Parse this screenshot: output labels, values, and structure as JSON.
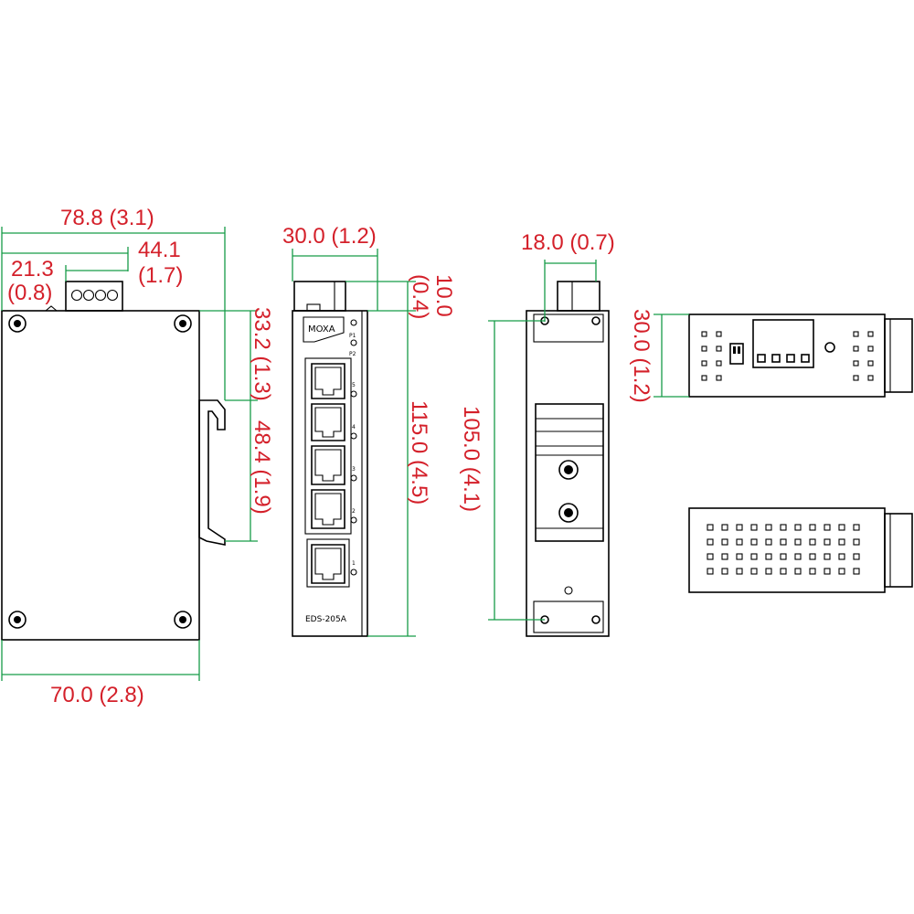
{
  "dimensions": {
    "total_depth": "78.8 (3.1)",
    "rail_offset_a": "44.1",
    "rail_offset_b": "(1.7)",
    "terminal_offset_a": "21.3",
    "terminal_offset_b": "(0.8)",
    "upper_height": "33.2 (1.3)",
    "rail_height": "48.4 (1.9)",
    "body_depth": "70.0 (2.8)",
    "front_width": "30.0 (1.2)",
    "top_connector_a": "10.0",
    "top_connector_b": "(0.4)",
    "front_height": "115.0 (4.5)",
    "rear_width": "18.0 (0.7)",
    "mount_hole_distance": "105.0 (4.1)",
    "top_view_width": "30.0 (1.2)"
  },
  "device_labels": {
    "brand": "MOXA",
    "model": "EDS-205A",
    "led_p1": "P1",
    "led_p2": "P2",
    "port_1": "1",
    "port_2": "2",
    "port_3": "3",
    "port_4": "4",
    "port_5": "5"
  },
  "colors": {
    "dimension_text": "#d4202a",
    "dimension_line": "#169c47",
    "outline": "#000000"
  }
}
